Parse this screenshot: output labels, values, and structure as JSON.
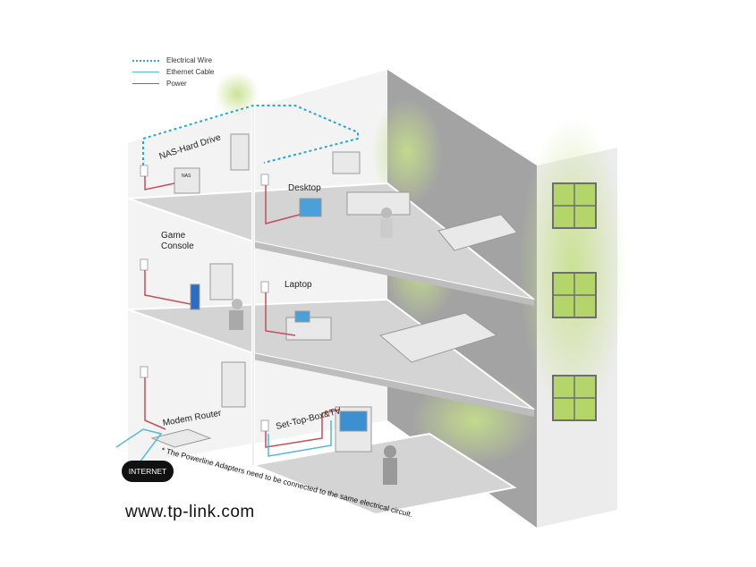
{
  "legend": [
    {
      "label": "Electrical Wire",
      "color": "#2aa7c9",
      "style": "dotted"
    },
    {
      "label": "Ethernet Cable",
      "color": "#55b8d6",
      "style": "solid"
    },
    {
      "label": "Power",
      "color": "#c0505a",
      "style": "solid"
    }
  ],
  "labels": {
    "nas": "NAS-Hard Drive",
    "desktop": "Desktop",
    "game": "Game",
    "console": "Console",
    "laptop": "Laptop",
    "modem": "Modem Router",
    "stb": "Set-Top-Box&TV",
    "nas_box": "NAS"
  },
  "internet": "INTERNET",
  "note": "* The Powerline Adapters need to be connected to the same electrical circuit.",
  "url": "www.tp-link.com",
  "colors": {
    "glow": "#cfe59a",
    "wall": "#f2f2f2",
    "side": "#9a9a9a",
    "floor": "#cfcfcf",
    "window": "#a9cf5a"
  }
}
